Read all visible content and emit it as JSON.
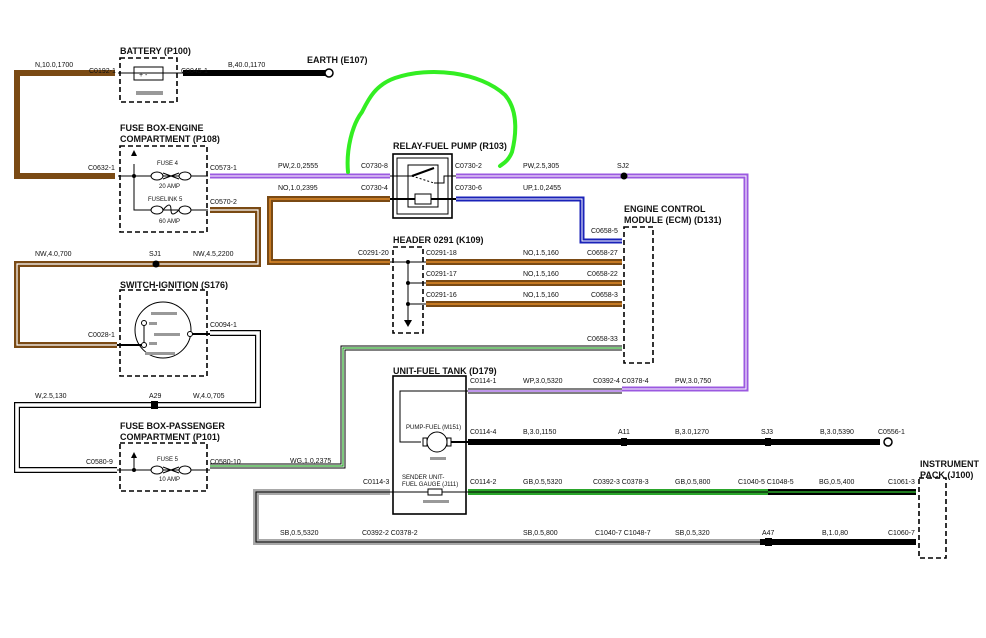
{
  "components": {
    "battery": "BATTERY (P100)",
    "earth": "EARTH (E107)",
    "fuse_engine": [
      "FUSE BOX-ENGINE",
      "COMPARTMENT (P108)"
    ],
    "relay": "RELAY-FUEL PUMP (R103)",
    "ecm": [
      "ENGINE CONTROL",
      "MODULE (ECM) (D131)"
    ],
    "header": "HEADER 0291 (K109)",
    "ignition": "SWITCH-IGNITION (S176)",
    "fuse_passenger": [
      "FUSE BOX-PASSENGER",
      "COMPARTMENT (P101)"
    ],
    "fuel_tank": "UNIT-FUEL TANK (D179)",
    "pump": "PUMP-FUEL (M151)",
    "sender": [
      "SENDER UNIT-",
      "FUEL GAUGE (J111)"
    ],
    "instrument": [
      "INSTRUMENT",
      "PACK (J100)"
    ]
  },
  "fuses": {
    "fuse4": "FUSE 4",
    "fuse4_rating": "20 AMP",
    "fuselink5": "FUSELINK 5",
    "fuselink5_rating": "60 AMP",
    "fuse5": "FUSE 5",
    "fuse5_rating": "10 AMP"
  },
  "wire_labels": [
    "N,10.0,1700",
    "B,40.0,1170",
    "PW,2.0,2555",
    "NO,1.0,2395",
    "NW,4.0,700",
    "NW,4.5,2200",
    "PW,2.5,305",
    "UP,1.0,2455",
    "NO,1.5,160",
    "NO,1.5,160",
    "NO,1.5,160",
    "W,2.5,130",
    "W,4.0,705",
    "WG,1.0,2375",
    "WP,3.0,5320",
    "PW,3.0,750",
    "B,3.0,1150",
    "B,3.0,1270",
    "B,3.0,5390",
    "GB,0.5,5320",
    "GB,0.5,800",
    "BG,0.5,400",
    "SB,0.5,5320",
    "SB,0.5,800",
    "SB,0.5,320",
    "B,1.0,80"
  ],
  "connectors": [
    "C0192-1",
    "C0045-1",
    "C0632-1",
    "C0573-1",
    "C0570-2",
    "C0730-8",
    "C0730-4",
    "C0730-2",
    "C0730-6",
    "C0291-20",
    "C0291-18",
    "C0291-17",
    "C0291-16",
    "C0658-5",
    "C0658-27",
    "C0658-22",
    "C0658-3",
    "C0658-33",
    "C0028-1",
    "C0094-1",
    "C0580-9",
    "C0580-10",
    "C0114-1",
    "C0114-4",
    "C0114-3",
    "C0114-2",
    "C0392-4 C0378-4",
    "C0392-3 C0378-3",
    "C1040-5 C1048-5",
    "C1061-3",
    "C0392-2 C0378-2",
    "C1040-7 C1048-7",
    "C1060-7",
    "C0556-1"
  ],
  "splices": [
    "SJ1",
    "SJ2",
    "A29",
    "A11",
    "SJ3",
    "A47"
  ],
  "colors": {
    "N": "#7a4a14",
    "B": "#000000",
    "PW": "#9b59e0",
    "UP": "#1a22b8",
    "G": "#2aa52a",
    "S": "#a8a8a8",
    "annotation": "#33ee22"
  }
}
